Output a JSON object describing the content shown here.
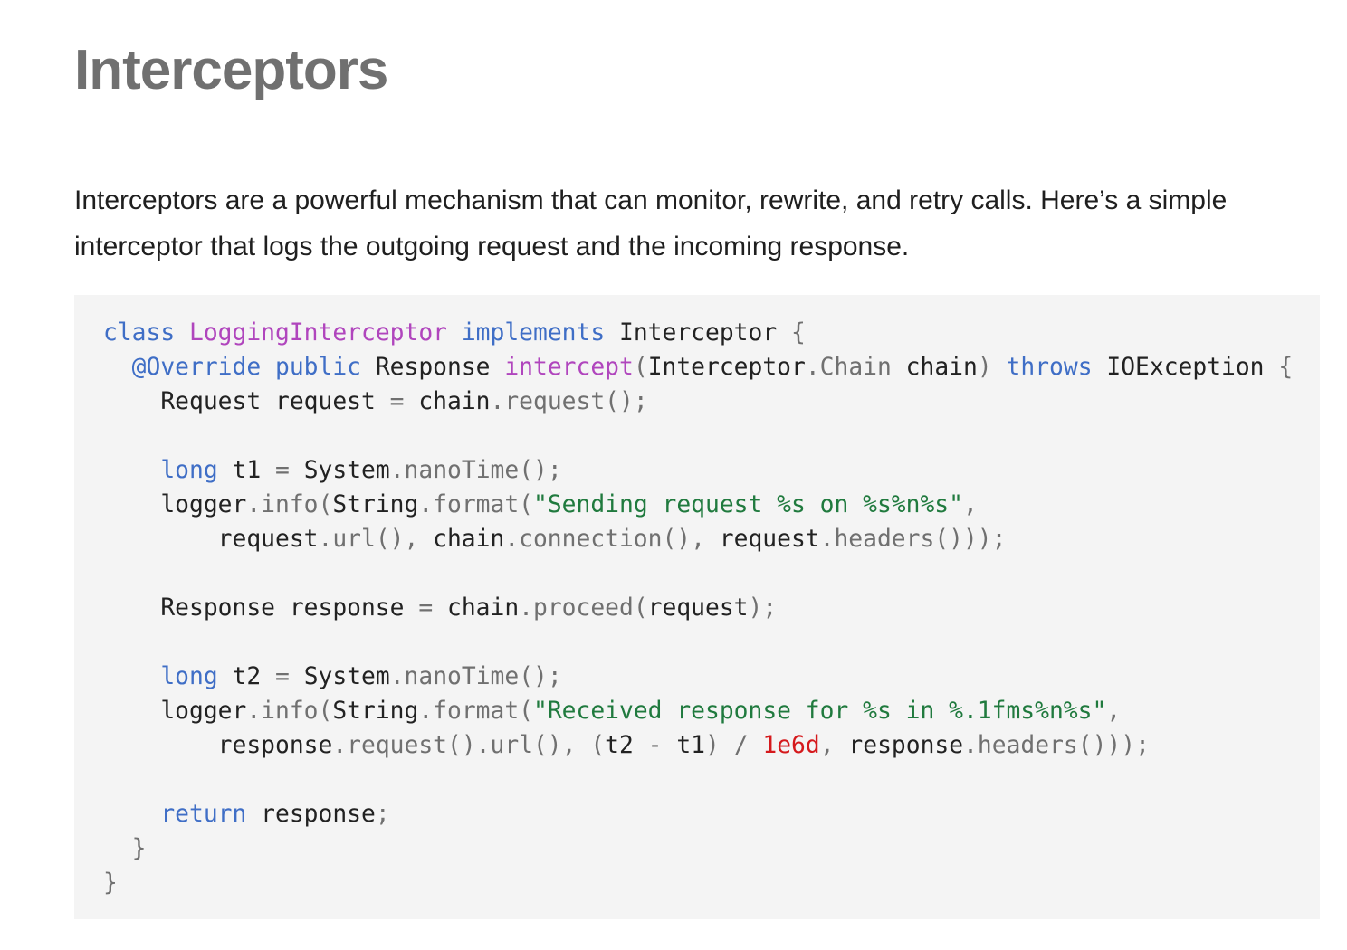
{
  "heading": "Interceptors",
  "intro": "Interceptors are a powerful mechanism that can monitor, rewrite, and retry calls. Here’s a simple interceptor that logs the outgoing request and the incoming response.",
  "code": {
    "language": "java",
    "colors": {
      "background": "#f4f4f4",
      "keyword": "#3f6ec6",
      "class_name": "#b045bd",
      "string": "#207a3e",
      "number": "#d5191c",
      "punctuation": "#707070",
      "text": "#222222"
    },
    "lines": [
      [
        {
          "t": "kw",
          "v": "class"
        },
        {
          "t": "",
          "v": " "
        },
        {
          "t": "cls",
          "v": "LoggingInterceptor"
        },
        {
          "t": "",
          "v": " "
        },
        {
          "t": "kw",
          "v": "implements"
        },
        {
          "t": "",
          "v": " Interceptor "
        },
        {
          "t": "p",
          "v": "{"
        }
      ],
      [
        {
          "t": "",
          "v": "  "
        },
        {
          "t": "kw",
          "v": "@Override"
        },
        {
          "t": "",
          "v": " "
        },
        {
          "t": "kw",
          "v": "public"
        },
        {
          "t": "",
          "v": " Response "
        },
        {
          "t": "cls",
          "v": "intercept"
        },
        {
          "t": "p",
          "v": "("
        },
        {
          "t": "",
          "v": "Interceptor"
        },
        {
          "t": "p",
          "v": ".Chain"
        },
        {
          "t": "",
          "v": " chain"
        },
        {
          "t": "p",
          "v": ")"
        },
        {
          "t": "",
          "v": " "
        },
        {
          "t": "kw",
          "v": "throws"
        },
        {
          "t": "",
          "v": " IOException "
        },
        {
          "t": "p",
          "v": "{"
        }
      ],
      [
        {
          "t": "",
          "v": "    Request request "
        },
        {
          "t": "p",
          "v": "="
        },
        {
          "t": "",
          "v": " chain"
        },
        {
          "t": "p",
          "v": ".request();"
        }
      ],
      [],
      [
        {
          "t": "",
          "v": "    "
        },
        {
          "t": "kw",
          "v": "long"
        },
        {
          "t": "",
          "v": " t1 "
        },
        {
          "t": "p",
          "v": "="
        },
        {
          "t": "",
          "v": " System"
        },
        {
          "t": "p",
          "v": ".nanoTime();"
        }
      ],
      [
        {
          "t": "",
          "v": "    logger"
        },
        {
          "t": "p",
          "v": ".info("
        },
        {
          "t": "",
          "v": "String"
        },
        {
          "t": "p",
          "v": ".format("
        },
        {
          "t": "str",
          "v": "\"Sending request %s on %s%n%s\""
        },
        {
          "t": "p",
          "v": ","
        }
      ],
      [
        {
          "t": "",
          "v": "        request"
        },
        {
          "t": "p",
          "v": ".url(),"
        },
        {
          "t": "",
          "v": " chain"
        },
        {
          "t": "p",
          "v": ".connection(),"
        },
        {
          "t": "",
          "v": " request"
        },
        {
          "t": "p",
          "v": ".headers()));"
        }
      ],
      [],
      [
        {
          "t": "",
          "v": "    Response response "
        },
        {
          "t": "p",
          "v": "="
        },
        {
          "t": "",
          "v": " chain"
        },
        {
          "t": "p",
          "v": ".proceed("
        },
        {
          "t": "",
          "v": "request"
        },
        {
          "t": "p",
          "v": ");"
        }
      ],
      [],
      [
        {
          "t": "",
          "v": "    "
        },
        {
          "t": "kw",
          "v": "long"
        },
        {
          "t": "",
          "v": " t2 "
        },
        {
          "t": "p",
          "v": "="
        },
        {
          "t": "",
          "v": " System"
        },
        {
          "t": "p",
          "v": ".nanoTime();"
        }
      ],
      [
        {
          "t": "",
          "v": "    logger"
        },
        {
          "t": "p",
          "v": ".info("
        },
        {
          "t": "",
          "v": "String"
        },
        {
          "t": "p",
          "v": ".format("
        },
        {
          "t": "str",
          "v": "\"Received response for %s in %.1fms%n%s\""
        },
        {
          "t": "p",
          "v": ","
        }
      ],
      [
        {
          "t": "",
          "v": "        response"
        },
        {
          "t": "p",
          "v": ".request().url(),"
        },
        {
          "t": "",
          "v": " "
        },
        {
          "t": "p",
          "v": "("
        },
        {
          "t": "",
          "v": "t2 "
        },
        {
          "t": "p",
          "v": "-"
        },
        {
          "t": "",
          "v": " t1"
        },
        {
          "t": "p",
          "v": ")"
        },
        {
          "t": "",
          "v": " "
        },
        {
          "t": "p",
          "v": "/"
        },
        {
          "t": "",
          "v": " "
        },
        {
          "t": "num",
          "v": "1e6d"
        },
        {
          "t": "p",
          "v": ","
        },
        {
          "t": "",
          "v": " response"
        },
        {
          "t": "p",
          "v": ".headers()));"
        }
      ],
      [],
      [
        {
          "t": "",
          "v": "    "
        },
        {
          "t": "kw",
          "v": "return"
        },
        {
          "t": "",
          "v": " response"
        },
        {
          "t": "p",
          "v": ";"
        }
      ],
      [
        {
          "t": "",
          "v": "  "
        },
        {
          "t": "p",
          "v": "}"
        }
      ],
      [
        {
          "t": "p",
          "v": "}"
        }
      ]
    ]
  }
}
